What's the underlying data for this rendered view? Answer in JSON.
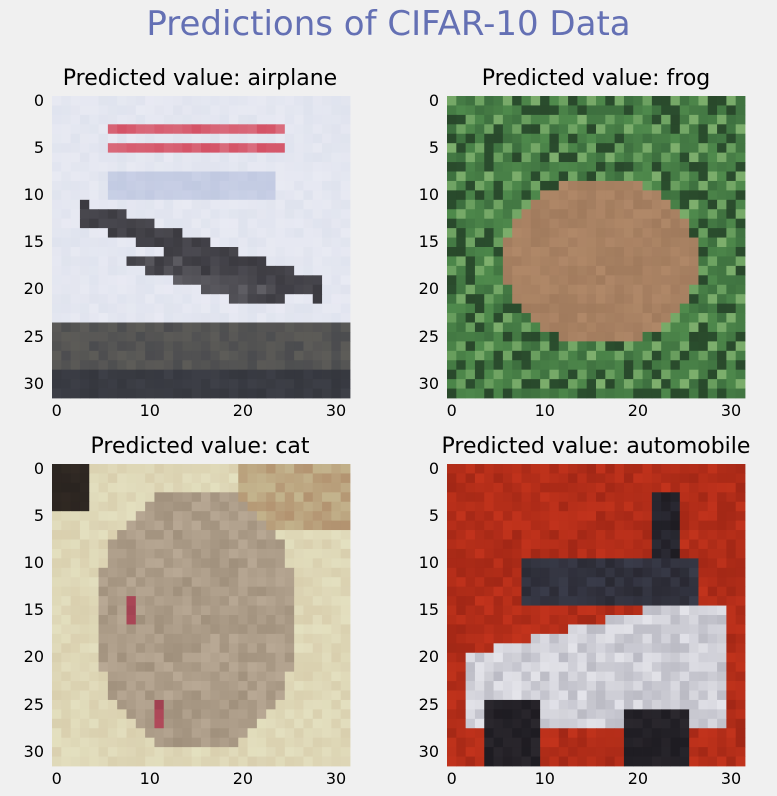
{
  "figure": {
    "title": "Predictions of CIFAR-10 Data"
  },
  "panels": [
    {
      "title": "Predicted value: airplane",
      "scene": "airplane",
      "colors": {
        "sky": "#dfe3ee",
        "sky2": "#c9d0e6",
        "plane": "#3b3a40",
        "sign": "#d45266",
        "ground": "#3e4048",
        "ground2": "#5d5c58",
        "accent": "#5a9a78"
      }
    },
    {
      "title": "Predicted value: frog",
      "scene": "frog",
      "colors": {
        "bg": "#4f8a4c",
        "bg2": "#2f5a34",
        "leaf": "#7fb06e",
        "frog": "#b08868",
        "frog2": "#9a7558",
        "dark": "#243a24"
      }
    },
    {
      "title": "Predicted value: cat",
      "scene": "cat",
      "colors": {
        "bg": "#d9cfae",
        "bg2": "#c4b58e",
        "cat": "#b8a894",
        "cat2": "#9a8a76",
        "dark": "#2a2420",
        "red": "#b04a5a",
        "light": "#e6e4c4"
      }
    },
    {
      "title": "Predicted value: automobile",
      "scene": "automobile",
      "colors": {
        "bg": "#c2331c",
        "bg2": "#9a2414",
        "car": "#e4e4ea",
        "car2": "#a9a9b4",
        "dark": "#1e1c22",
        "glass": "#3a3c4a"
      }
    }
  ],
  "axes": {
    "x_ticks": [
      "0",
      "10",
      "20",
      "30"
    ],
    "y_ticks": [
      "0",
      "5",
      "10",
      "15",
      "20",
      "25",
      "30"
    ]
  }
}
